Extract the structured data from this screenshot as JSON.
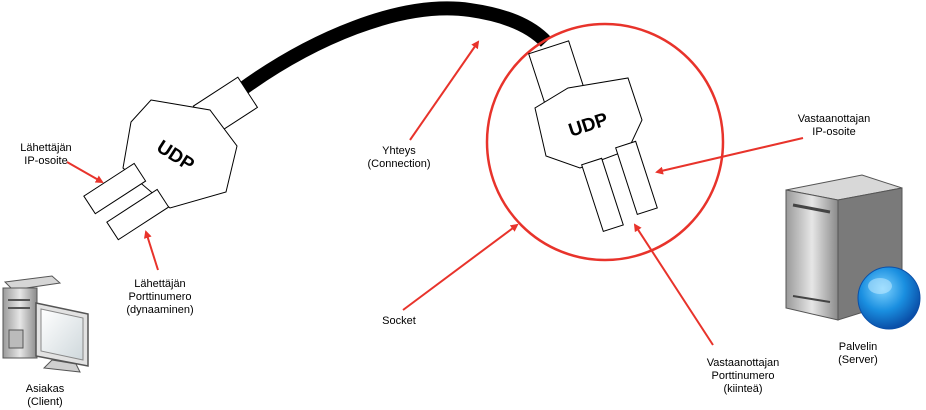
{
  "plug_label": "UDP",
  "labels": {
    "sender_ip": [
      "Lähettäjän",
      "IP-osoite"
    ],
    "sender_port": [
      "Lähettäjän",
      "Porttinumero",
      "(dynaaminen)"
    ],
    "connection": [
      "Yhteys",
      "(Connection)"
    ],
    "socket": [
      "Socket"
    ],
    "receiver_ip": [
      "Vastaanottajan",
      "IP-osoite"
    ],
    "receiver_port": [
      "Vastaanottajan",
      "Porttinumero",
      "(kiinteä)"
    ],
    "client": [
      "Asiakas",
      "(Client)"
    ],
    "server": [
      "Palvelin",
      "(Server)"
    ]
  },
  "colors": {
    "arrow": "#e8332b",
    "socket_circle": "#e8332b",
    "cable": "#000000",
    "plug_fill": "#ffffff",
    "plug_stroke": "#000000"
  },
  "icons": {
    "client": "desktop-computer-icon",
    "server": "server-tower-with-globe-icon"
  }
}
